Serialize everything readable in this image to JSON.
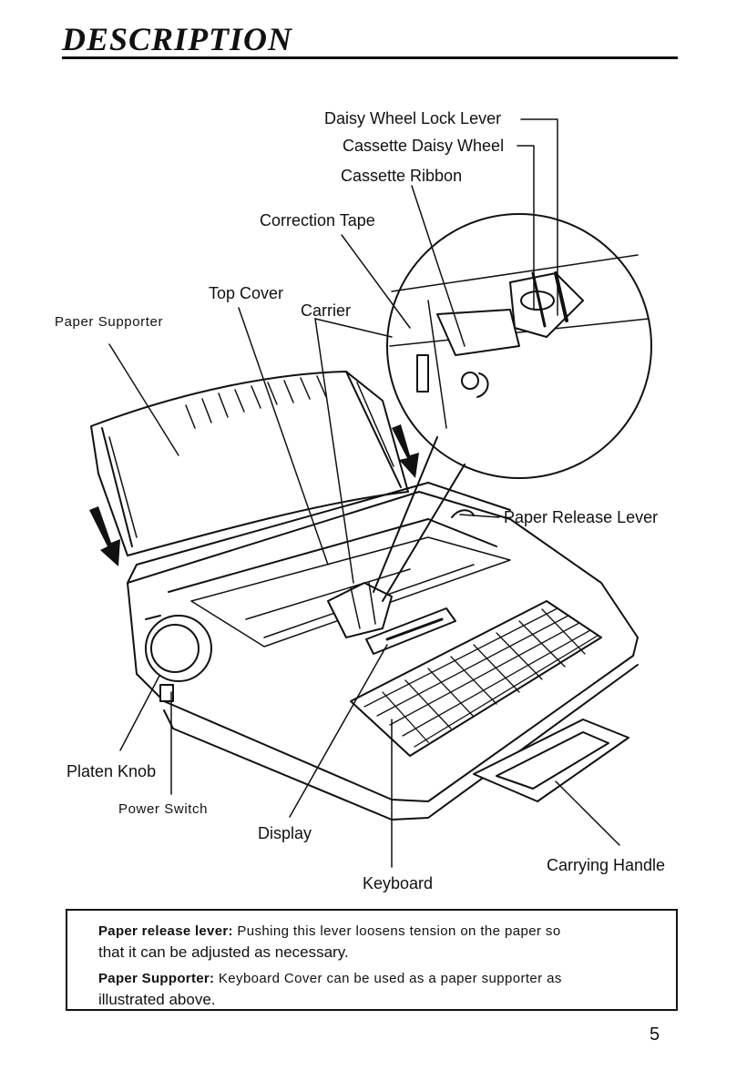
{
  "page": {
    "title": "DESCRIPTION",
    "page_number": "5"
  },
  "labels": {
    "daisy_wheel_lock_lever": "Daisy Wheel Lock Lever",
    "cassette_daisy_wheel": "Cassette Daisy Wheel",
    "cassette_ribbon": "Cassette Ribbon",
    "correction_tape": "Correction Tape",
    "top_cover": "Top Cover",
    "carrier": "Carrier",
    "paper_supporter": "Paper Supporter",
    "paper_release_lever": "Paper Release Lever",
    "platen_knob": "Platen Knob",
    "power_switch": "Power Switch",
    "display": "Display",
    "keyboard": "Keyboard",
    "carrying_handle": "Carrying Handle"
  },
  "notes": [
    {
      "term": "Paper release lever:",
      "text_1": " Pushing this lever loosens tension on the paper so",
      "text_2": "that it can be adjusted as necessary."
    },
    {
      "term": "Paper Supporter:",
      "text_1": " Keyboard Cover can be used as a paper supporter as",
      "text_2": "illustrated above."
    }
  ]
}
